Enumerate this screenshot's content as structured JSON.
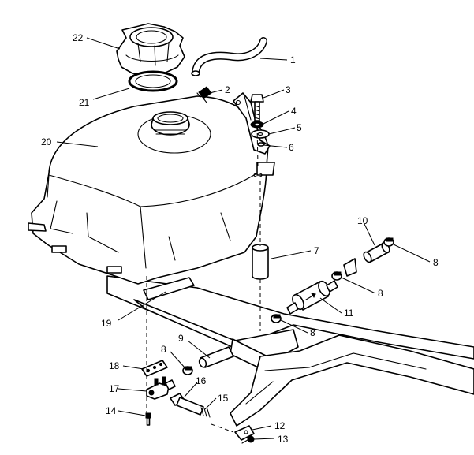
{
  "callouts": [
    {
      "id": "c1",
      "label": "1",
      "part": "fuel-vent-hose"
    },
    {
      "id": "c2",
      "label": "2",
      "part": "vent-fitting"
    },
    {
      "id": "c3",
      "label": "3",
      "part": "bolt"
    },
    {
      "id": "c4",
      "label": "4",
      "part": "washer"
    },
    {
      "id": "c5",
      "label": "5",
      "part": "washer"
    },
    {
      "id": "c6",
      "label": "6",
      "part": "mounting-bracket"
    },
    {
      "id": "c7",
      "label": "7",
      "part": "spacer"
    },
    {
      "id": "c8a",
      "label": "8",
      "part": "hose-clamp"
    },
    {
      "id": "c8b",
      "label": "8",
      "part": "hose-clamp"
    },
    {
      "id": "c8c",
      "label": "8",
      "part": "hose-clamp"
    },
    {
      "id": "c8d",
      "label": "8",
      "part": "hose-clamp"
    },
    {
      "id": "c9",
      "label": "9",
      "part": "fuel-line"
    },
    {
      "id": "c10",
      "label": "10",
      "part": "fuel-line"
    },
    {
      "id": "c11",
      "label": "11",
      "part": "fuel-filter"
    },
    {
      "id": "c12",
      "label": "12",
      "part": "clip"
    },
    {
      "id": "c13",
      "label": "13",
      "part": "screw"
    },
    {
      "id": "c14",
      "label": "14",
      "part": "screw"
    },
    {
      "id": "c15",
      "label": "15",
      "part": "spring"
    },
    {
      "id": "c16",
      "label": "16",
      "part": "fuel-line"
    },
    {
      "id": "c17",
      "label": "17",
      "part": "fuel-valve"
    },
    {
      "id": "c18",
      "label": "18",
      "part": "valve-plate"
    },
    {
      "id": "c19",
      "label": "19",
      "part": "pad"
    },
    {
      "id": "c20",
      "label": "20",
      "part": "fuel-tank"
    },
    {
      "id": "c21",
      "label": "21",
      "part": "gasket"
    },
    {
      "id": "c22",
      "label": "22",
      "part": "fuel-cap"
    }
  ],
  "colors": {
    "line": "#000000",
    "fill": "#ffffff",
    "shade": "#8a8a8a"
  }
}
